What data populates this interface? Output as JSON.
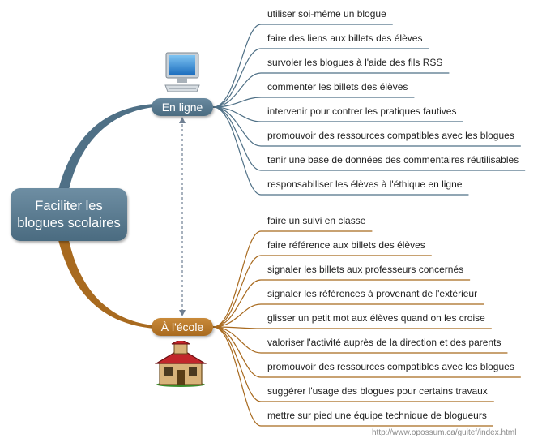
{
  "root": {
    "line1": "Faciliter les",
    "line2": "blogues scolaires"
  },
  "online": {
    "label": "En ligne",
    "color": "#4f7086",
    "items": [
      "utiliser soi-même un blogue",
      "faire des liens aux billets des élèves",
      "survoler les blogues à l'aide des fils RSS",
      "commenter les billets des élèves",
      "intervenir pour contrer les pratiques fautives",
      "promouvoir des ressources compatibles avec les blogues",
      "tenir une base de données des commentaires réutilisables",
      "responsabiliser les élèves à l'éthique en ligne"
    ]
  },
  "ecole": {
    "label": "À l'école",
    "color": "#a86a1f",
    "items": [
      "faire un suivi en classe",
      "faire référence aux billets des élèves",
      "signaler les billets aux professeurs concernés",
      "signaler les références à provenant de l'extérieur",
      "glisser un petit mot aux élèves quand on les croise",
      "valoriser l'activité auprès de la direction et des parents",
      "promouvoir des ressources compatibles avec les blogues",
      "suggérer l'usage des blogues pour certains travaux",
      "mettre sur pied une équipe technique de blogueurs"
    ]
  },
  "icons": {
    "online": "computer-monitor-icon",
    "ecole": "school-house-icon"
  },
  "credit": "http://www.opossum.ca/guitef/index.html"
}
